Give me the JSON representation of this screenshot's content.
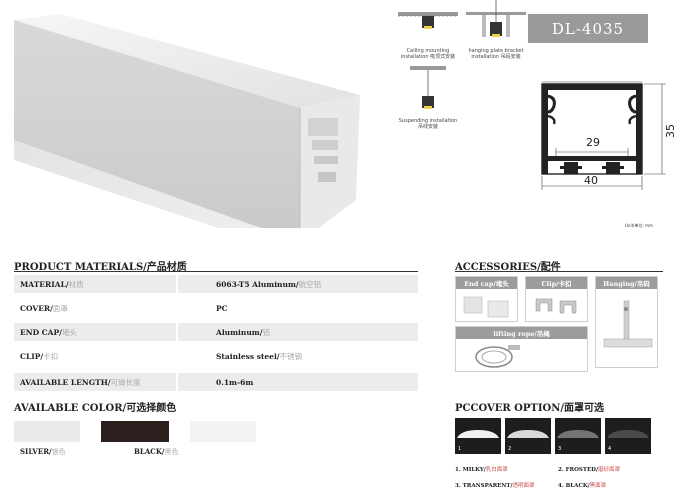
{
  "model": "DL-4035",
  "installation": {
    "ceiling": "Ceiling mounting installation 吸顶式安装",
    "hanging": "hanging plate bracket installation 吊码安装",
    "suspending": "Suspending installation 吊线安装"
  },
  "drawing": {
    "width_inner": "29",
    "width_outer": "40",
    "height": "35"
  },
  "unit_note": "Unit/单位: mm",
  "materials": {
    "title": "PRODUCT MATERIALS/产品材质",
    "rows": [
      {
        "key": "MATERIAL/",
        "key_cn": "材质",
        "value": "6063-T5 Aluminum/",
        "value_cn": "航空铝"
      },
      {
        "key": "COVER/",
        "key_cn": "面罩",
        "value": "PC",
        "value_cn": ""
      },
      {
        "key": "END CAP/",
        "key_cn": "堵头",
        "value": "Aluminum/",
        "value_cn": "铝"
      },
      {
        "key": "CLIP/",
        "key_cn": "卡扣",
        "value": "Stainless steel/",
        "value_cn": "不锈钢"
      },
      {
        "key": "AVAILABLE LENGTH/",
        "key_cn": "可做长度",
        "value": "0.1m-6m",
        "value_cn": ""
      }
    ]
  },
  "colors": {
    "title": "AVAILABLE COLOR/可选择颜色",
    "silver": "SILVER/",
    "silver_cn": "银色",
    "black": "BLACK/",
    "black_cn": "黑色",
    "swatch_silver": "#ebebeb",
    "swatch_black": "#2a1f1d",
    "swatch_white": "#f3f3f3"
  },
  "accessories": {
    "title": "ACCESSORIES/配件",
    "end_cap": "End cap/堵头",
    "clip": "Clip/卡扣",
    "hanging": "Hanging/吊码",
    "lifting_rope": "lifting rope/吊绳"
  },
  "pc_cover": {
    "title": "PCCOVER OPTION/面罩可选",
    "options": [
      {
        "num": "1",
        "label": "1. MILKY/",
        "label_cn": "乳白面罩"
      },
      {
        "num": "2",
        "label": "2. FROSTED/",
        "label_cn": "磨砂面罩"
      },
      {
        "num": "3",
        "label": "3. TRANSPARENT/",
        "label_cn": "透明面罩"
      },
      {
        "num": "4",
        "label": "4. BLACK/",
        "label_cn": "黑面罩"
      }
    ]
  }
}
